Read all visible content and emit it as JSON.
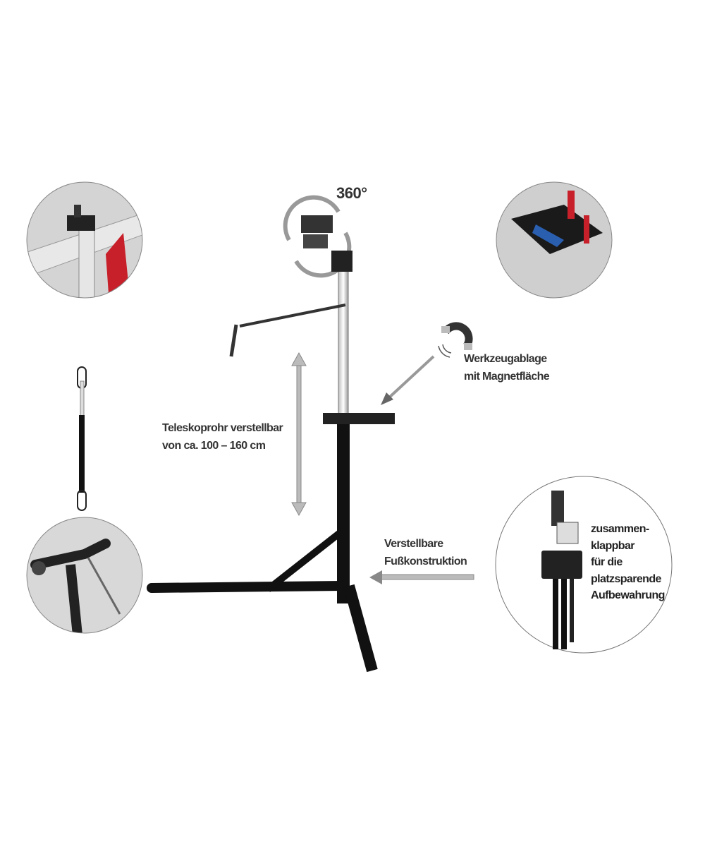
{
  "rotation_label": "360°",
  "telescope": {
    "line1": "Teleskoprohr verstellbar",
    "line2": "von ca. 100 – 160 cm"
  },
  "tool_tray": {
    "line1": "Werkzeugablage",
    "line2": "mit Magnetfläche"
  },
  "foot": {
    "line1": "Verstellbare",
    "line2": "Fußkonstruktion"
  },
  "foldable": {
    "lines": [
      "zusammen-",
      "klappbar",
      "für die",
      "platzsparende",
      "Aufbewahrung"
    ]
  },
  "colors": {
    "text": "#333333",
    "arrow": "#bbbbbb",
    "frame": "#111111",
    "accent_red": "#c8202a"
  }
}
